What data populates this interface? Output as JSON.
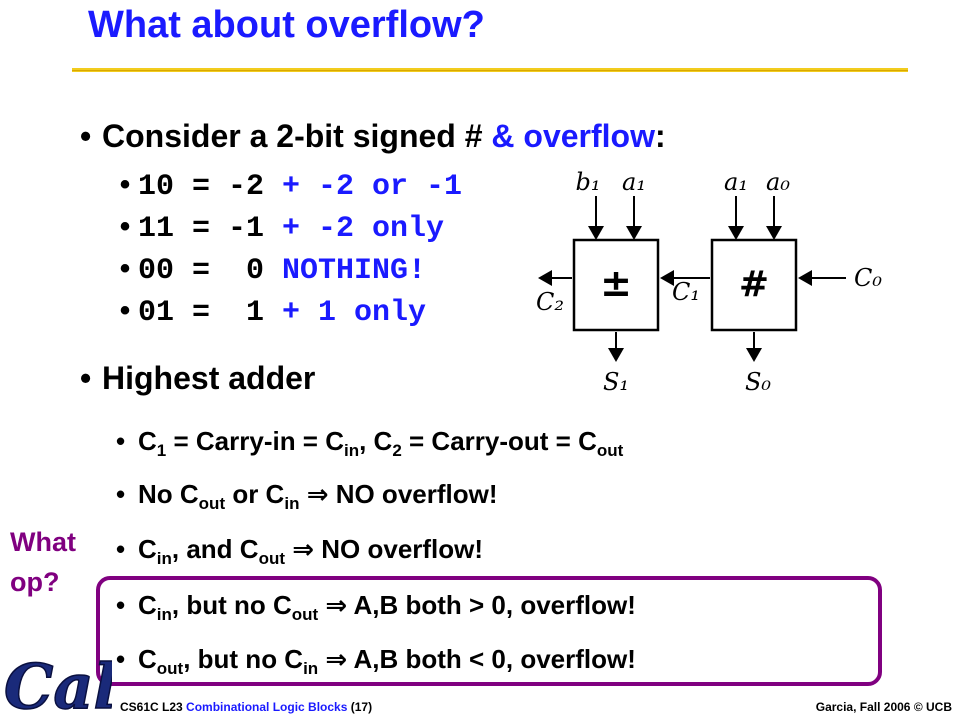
{
  "title": "What about overflow?",
  "bullet_consider": {
    "text": "Consider a 2-bit signed # ",
    "highlight": "& overflow",
    "end": ":"
  },
  "cases": [
    {
      "lhs": "10 = -2 ",
      "rhs": "+ -2 or -1"
    },
    {
      "lhs": "11 = -1 ",
      "rhs": "+ -2 only"
    },
    {
      "lhs": "00 =  0 ",
      "rhs": "NOTHING!"
    },
    {
      "lhs": "01 =  1 ",
      "rhs": "+ 1 only"
    }
  ],
  "bullet_highest": "Highest adder",
  "sub_items": {
    "carry_def": {
      "c1": "C",
      "c1_sub": "1",
      "mid1": " = Carry-in = C",
      "in_sub": "in",
      "mid2": ", C",
      "c2_sub": "2",
      "mid3": " = Carry-out = C",
      "out_sub": "out"
    },
    "no_both": {
      "a": "No C",
      "a_sub": "out",
      "b": " or C",
      "b_sub": "in",
      "arrow": "⇒",
      "c": " NO overflow!"
    },
    "both": {
      "a": "C",
      "a_sub": "in",
      "b": ", and C",
      "b_sub": "out",
      "arrow": "⇒",
      "c": " NO overflow!"
    },
    "cin_only": {
      "a": "C",
      "a_sub": "in",
      "b": ", but no C",
      "b_sub": "out",
      "arrow": "⇒",
      "c": " A,B both > 0, overflow!"
    },
    "cout_only": {
      "a": "C",
      "a_sub": "out",
      "b": ", but no C",
      "b_sub": "in",
      "arrow": "⇒",
      "c": " A,B both < 0, overflow!"
    }
  },
  "side_note": {
    "line1": "What",
    "line2": "op?"
  },
  "diagram": {
    "left_block": "±",
    "right_block": "#",
    "inputs": [
      "b₁",
      "a₁",
      "a₁",
      "a₀"
    ],
    "carry_in": "C₀",
    "carry_mid": "C₁",
    "carry_out": "C₂",
    "outputs": [
      "S₁",
      "S₀"
    ]
  },
  "footer": {
    "course": "CS61C L23 ",
    "topic": "Combinational Logic Blocks",
    "page": " (17)",
    "credit": "Garcia, Fall 2006 © UCB"
  },
  "logo_text": "Cal",
  "colors": {
    "title": "#1a1aff",
    "rule": "#f2cc1e",
    "accent": "#800080"
  }
}
